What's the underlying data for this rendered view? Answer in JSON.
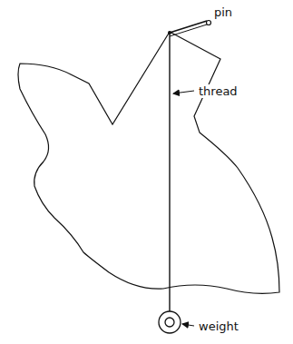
{
  "diagram": {
    "labels": [
      "pin",
      "thread",
      "weight"
    ]
  }
}
